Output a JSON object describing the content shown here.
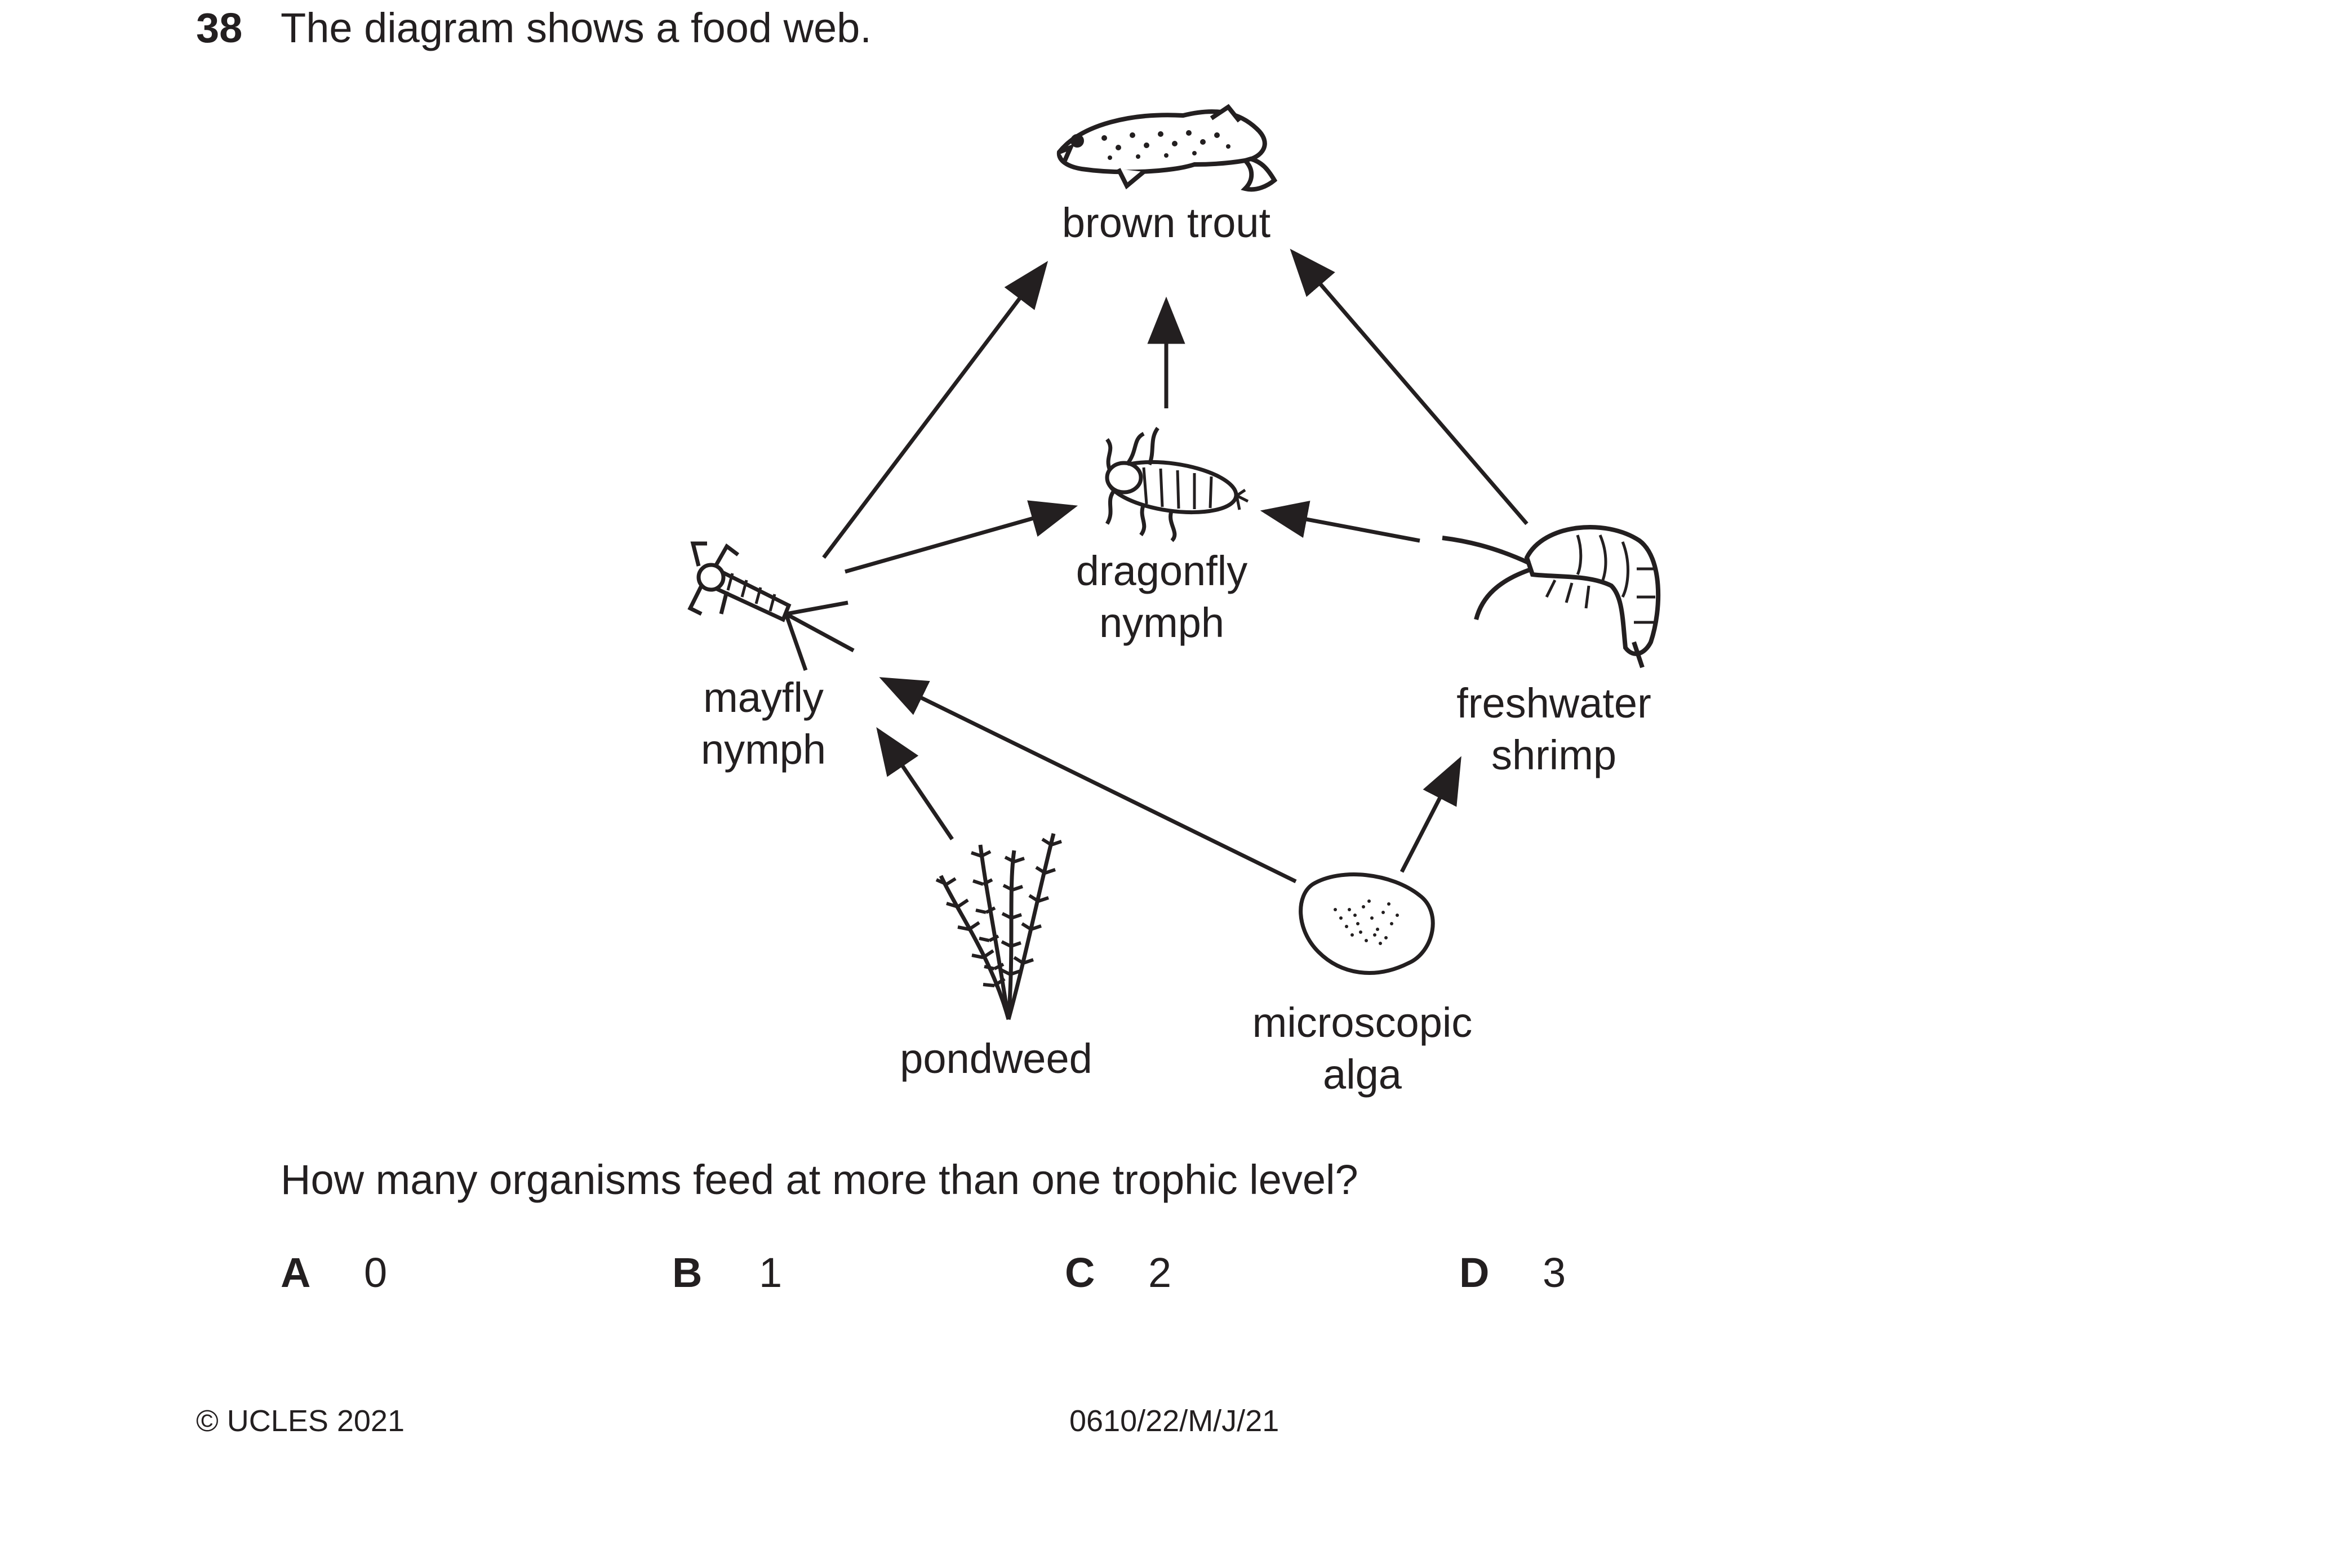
{
  "question": {
    "number": "38",
    "intro": "The diagram shows a food web.",
    "prompt": "How many organisms feed at more than one trophic level?"
  },
  "organisms": {
    "brown_trout": "brown trout",
    "dragonfly_line1": "dragonfly",
    "dragonfly_line2": "nymph",
    "mayfly_line1": "mayfly",
    "mayfly_line2": "nymph",
    "shrimp_line1": "freshwater",
    "shrimp_line2": "shrimp",
    "pondweed": "pondweed",
    "alga_line1": "microscopic",
    "alga_line2": "alga"
  },
  "food_web_links": [
    {
      "from": "mayfly nymph",
      "to": "brown trout"
    },
    {
      "from": "dragonfly nymph",
      "to": "brown trout"
    },
    {
      "from": "freshwater shrimp",
      "to": "brown trout"
    },
    {
      "from": "mayfly nymph",
      "to": "dragonfly nymph"
    },
    {
      "from": "freshwater shrimp",
      "to": "dragonfly nymph"
    },
    {
      "from": "pondweed",
      "to": "mayfly nymph"
    },
    {
      "from": "microscopic alga",
      "to": "mayfly nymph"
    },
    {
      "from": "microscopic alga",
      "to": "freshwater shrimp"
    }
  ],
  "options": [
    {
      "letter": "A",
      "value": "0"
    },
    {
      "letter": "B",
      "value": "1"
    },
    {
      "letter": "C",
      "value": "2"
    },
    {
      "letter": "D",
      "value": "3"
    }
  ],
  "footer": {
    "copyright": "© UCLES 2021",
    "code": "0610/22/M/J/21"
  }
}
